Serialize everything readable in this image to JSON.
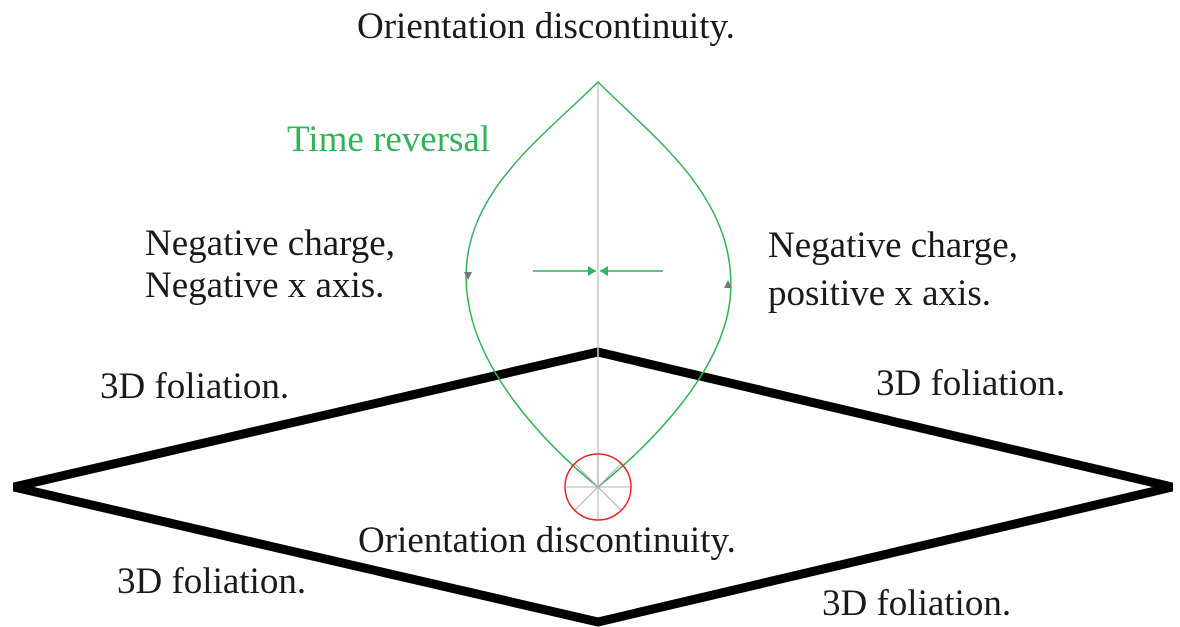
{
  "labels": {
    "top_discontinuity": "Orientation discontinuity.",
    "bottom_discontinuity": "Orientation discontinuity.",
    "time_reversal": "Time reversal",
    "left_charge_line1": "Negative charge,",
    "left_charge_line2": "Negative x axis.",
    "right_charge_line1": "Negative charge,",
    "right_charge_line2": "positive x axis.",
    "foliation_upper_left": "3D foliation.",
    "foliation_upper_right": "3D foliation.",
    "foliation_lower_left": "3D foliation.",
    "foliation_lower_right": "3D foliation."
  },
  "colors": {
    "text": "#1a1a1a",
    "green": "#2fb457",
    "red": "#e8252b",
    "axis_gray": "#c8c8c8",
    "marker_gray": "#777777",
    "foliation_black": "#000000"
  }
}
